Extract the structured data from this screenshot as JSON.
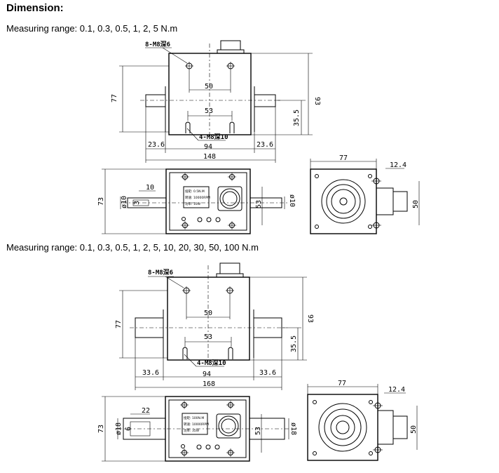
{
  "heading": "Dimension:",
  "ranges": [
    "Measuring range: 0.1, 0.3, 0.5, 1, 2, 5 N.m",
    "Measuring range: 0.1, 0.3, 0.5, 1, 2, 5, 10, 20, 30, 50, 100 N.m"
  ],
  "drawing1": {
    "front": {
      "hole_note": "8-M8深6",
      "bottom_note": "4-M8深10",
      "d50": "50",
      "d53": "53",
      "d77": "77",
      "d93": "93",
      "d355": "35.5",
      "d_left": "23.6",
      "d94": "94",
      "d_right": "23.6",
      "d_total": "148"
    },
    "top": {
      "d73": "73",
      "shaft_d": "ø10",
      "key": "10",
      "key_w": "3",
      "d53": "53",
      "shaft_d2": "ø10",
      "plate": [
        "扭矩: 0.5N.M",
        "转速: 10000RPM",
        "功率: 10W"
      ]
    },
    "side": {
      "d77": "77",
      "d124": "12.4",
      "d50": "50"
    }
  },
  "drawing2": {
    "front": {
      "hole_note": "8-M8深6",
      "bottom_note": "4-M8深10",
      "d50": "50",
      "d53": "53",
      "d77": "77",
      "d93": "93",
      "d355": "35.5",
      "d_left": "33.6",
      "d94": "94",
      "d_right": "33.6",
      "d_total": "168"
    },
    "top": {
      "d73": "73",
      "shaft_d": "ø18",
      "key": "22",
      "key_w": "6",
      "d53": "53",
      "shaft_d2": "ø18",
      "plate": [
        "扭矩: 100N.M",
        "转速: 10000RPM",
        "功率: 35W"
      ]
    },
    "side": {
      "d77": "77",
      "d124": "12.4",
      "d50": "50"
    }
  }
}
